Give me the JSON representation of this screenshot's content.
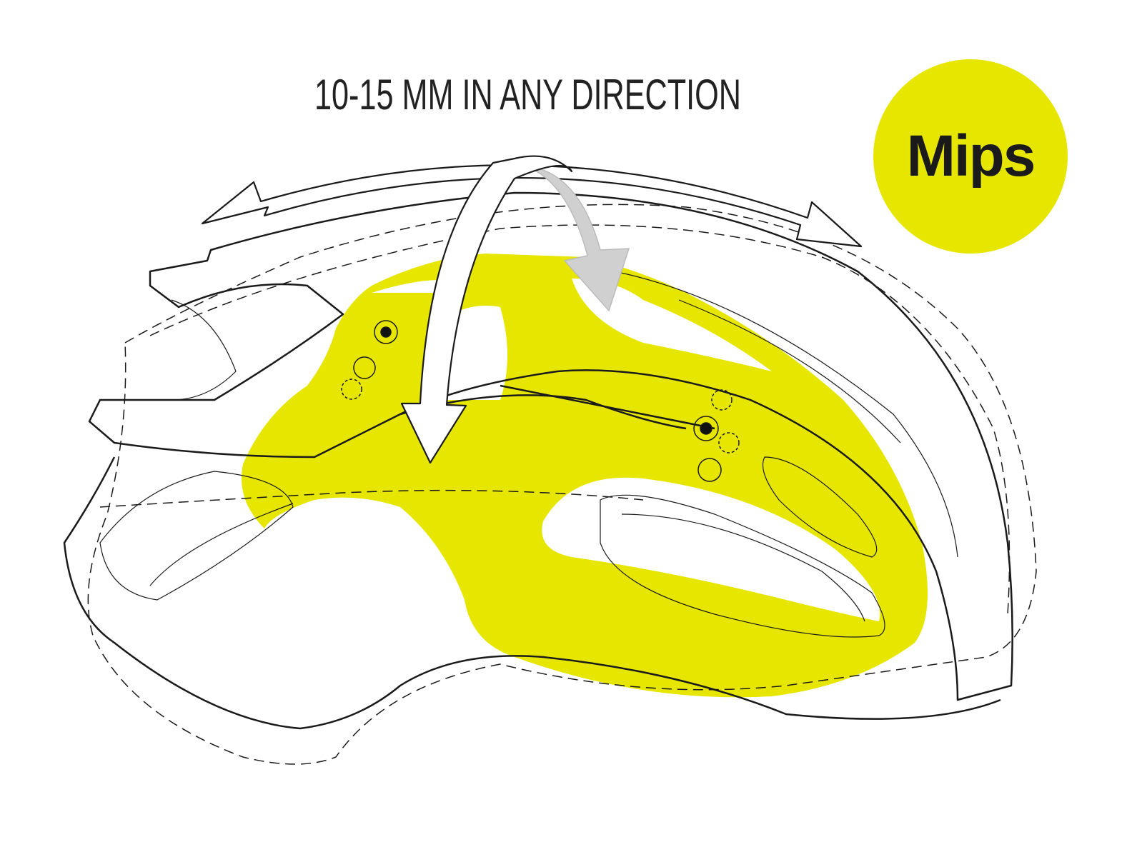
{
  "headline": "10-15 MM IN ANY DIRECTION",
  "badge": {
    "label": "Mips",
    "color": "#e6e600"
  },
  "colors": {
    "mips_layer": "#e6e600",
    "outline": "#1a1a1a",
    "rotation_arrow": "#cccccc"
  },
  "icons": [
    "bidirectional-arc-arrow",
    "rotation-arrow-down",
    "rotation-arrow-gray",
    "anchor-point"
  ]
}
